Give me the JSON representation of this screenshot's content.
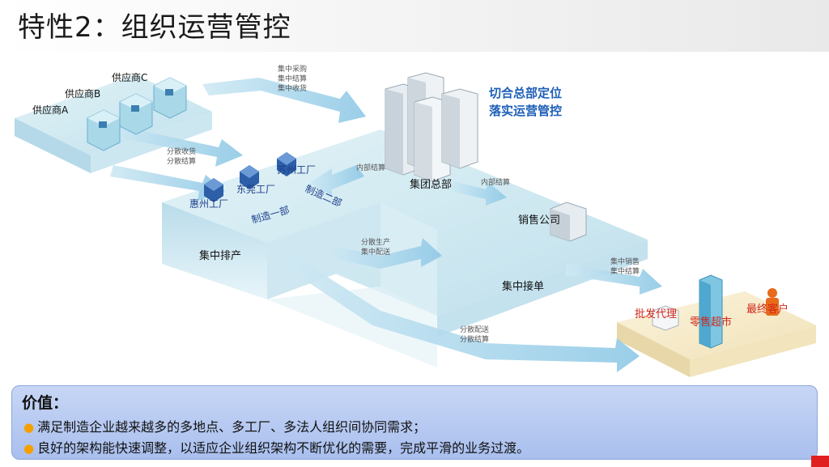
{
  "title": "特性2：组织运营管控",
  "diagram": {
    "suppliers": [
      "供应商A",
      "供应商B",
      "供应商C"
    ],
    "flow_top": [
      "集中采购",
      "集中结算",
      "集中收货"
    ],
    "hq_note": [
      "切合总部定位",
      "落实运营管控"
    ],
    "flow_supply": [
      "分散收货",
      "分散结算"
    ],
    "factories": [
      "苏州工厂",
      "东莞工厂",
      "惠州工厂"
    ],
    "divisions": [
      "制造一部",
      "制造二部"
    ],
    "internal_settle_1": "内部结算",
    "internal_settle_2": "内部结算",
    "hq": "集团总部",
    "sales_company": "销售公司",
    "central_schedule": "集中排产",
    "flow_production": [
      "分散生产",
      "集中配送"
    ],
    "central_orders": "集中接单",
    "flow_sales": [
      "集中销售",
      "集中结算"
    ],
    "flow_distribution": [
      "分散配送",
      "分散结算"
    ],
    "channels": [
      "批发代理",
      "零售超市",
      "最终客户"
    ]
  },
  "value": {
    "heading": "价值：",
    "bullets": [
      "满足制造企业越来越多的多地点、多工厂、多法人组织间协同需求；",
      "良好的架构能快速调整，以适应企业组织架构不断优化的需要，完成平滑的业务过渡。"
    ]
  },
  "colors": {
    "platform_top": "#d6ecf2",
    "platform_side": "#a8d3e3",
    "arrow": "#9fd0e8",
    "blue_text": "#1e5fb8",
    "red_text": "#d0281a",
    "bullet": "#f5a000",
    "panel": "#b7caf2"
  }
}
